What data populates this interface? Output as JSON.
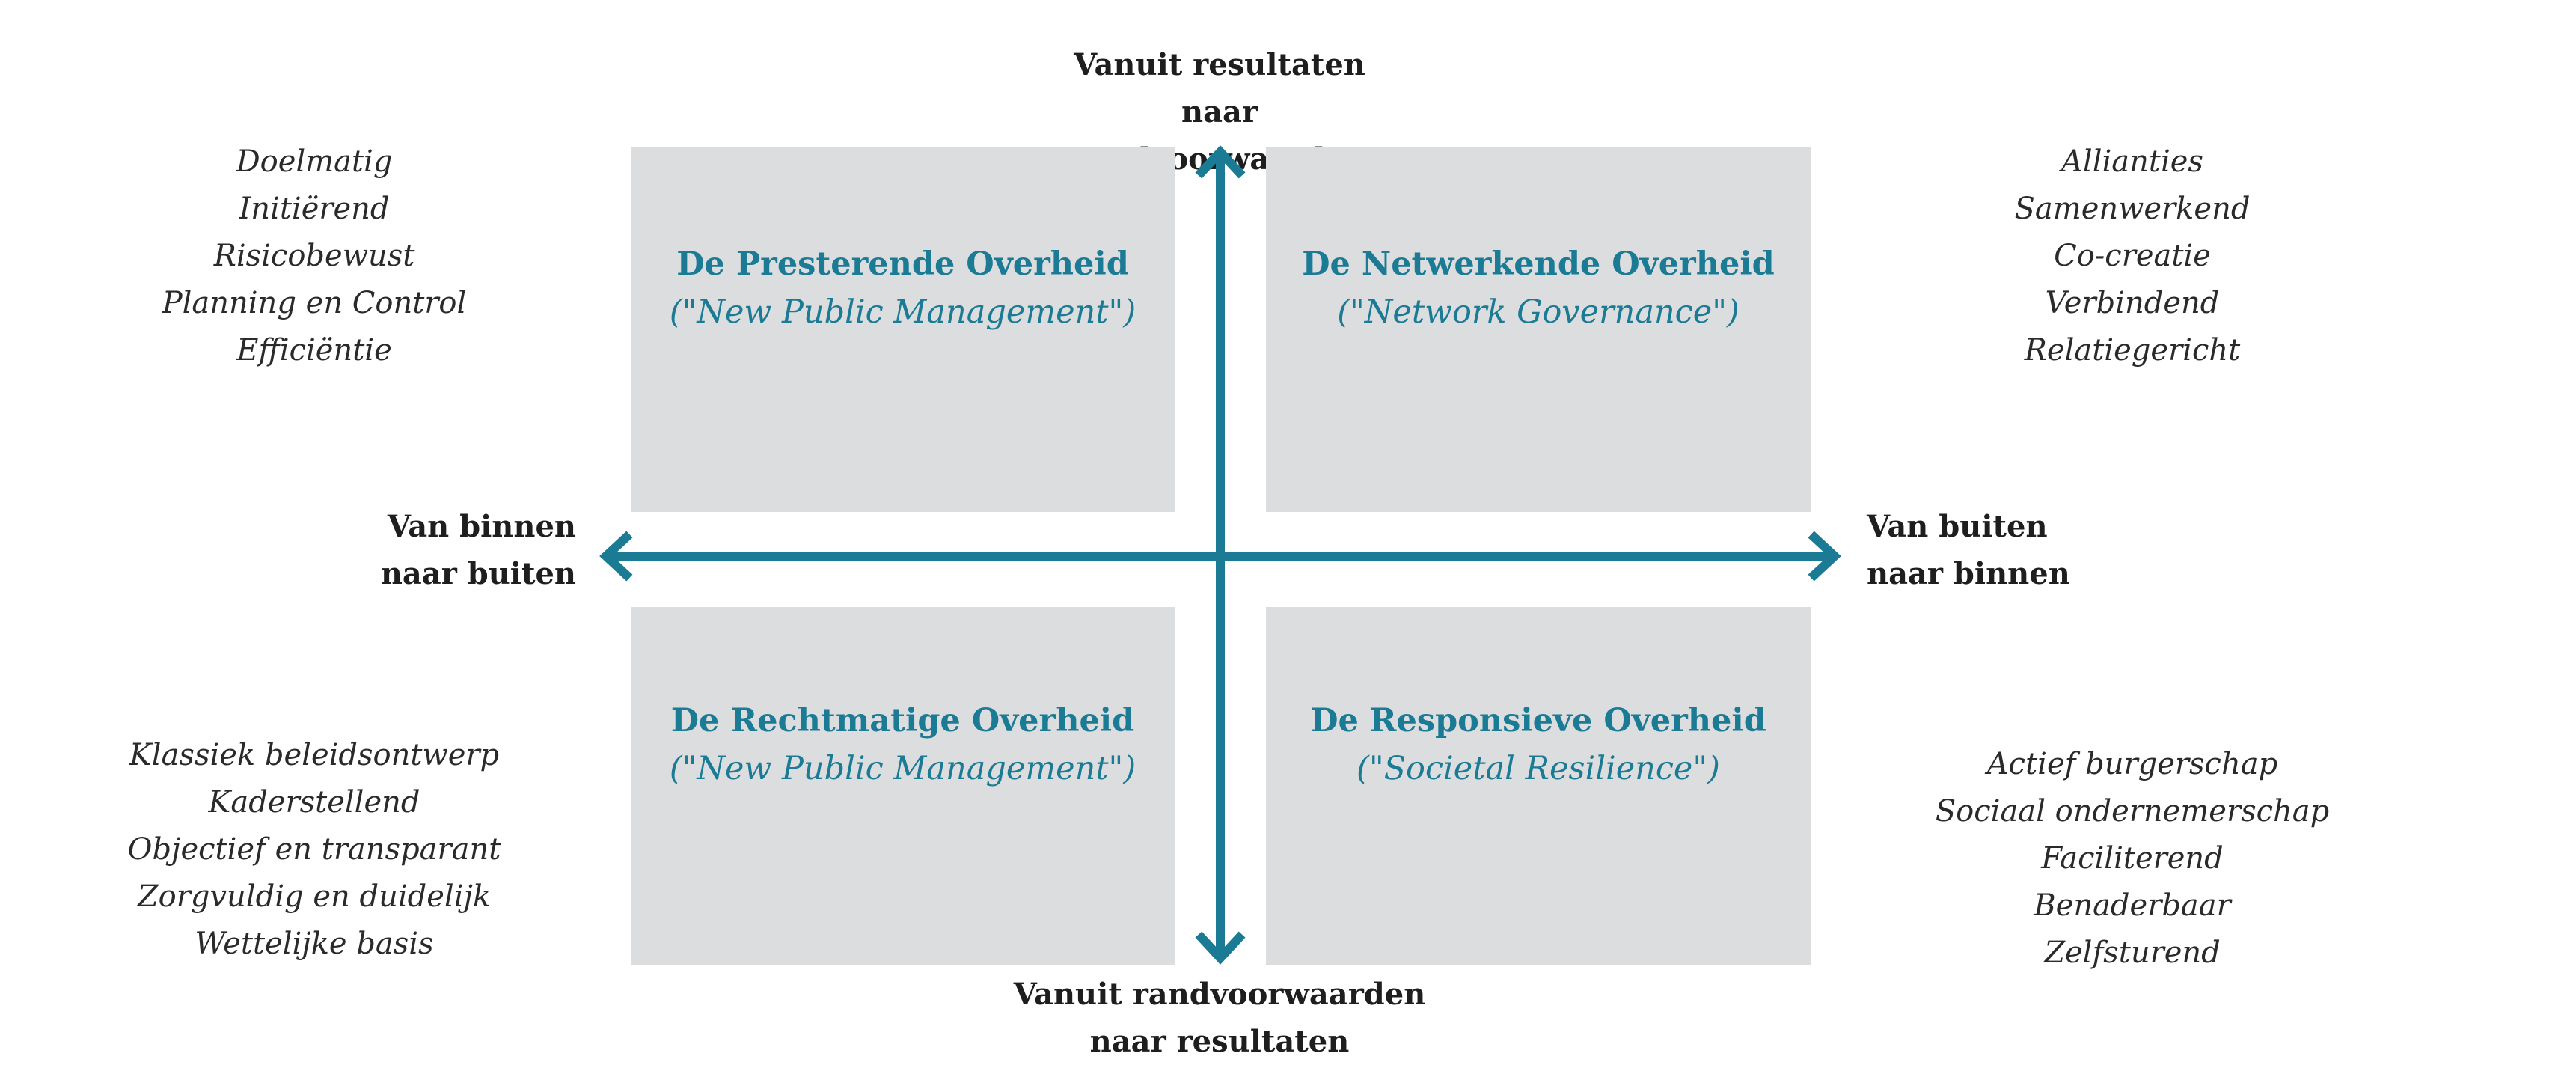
{
  "axes": {
    "top": [
      "Vanuit resultaten",
      "naar randvoorwaarden"
    ],
    "bottom": [
      "Vanuit randvoorwaarden",
      "naar resultaten"
    ],
    "left": [
      "Van binnen",
      "naar buiten"
    ],
    "right": [
      "Van buiten",
      "naar binnen"
    ]
  },
  "quadrants": {
    "top_left": {
      "title": "De Presterende Overheid",
      "subtitle": "(\"New Public Management\")"
    },
    "top_right": {
      "title": "De Netwerkende Overheid",
      "subtitle": "(\"Network Governance\")"
    },
    "bottom_left": {
      "title": "De Rechtmatige Overheid",
      "subtitle": "(\"New Public Management\")"
    },
    "bottom_right": {
      "title": "De Responsieve Overheid",
      "subtitle": "(\"Societal Resilience\")"
    }
  },
  "lists": {
    "top_left": [
      "Doelmatig",
      "Initiërend",
      "Risicobewust",
      "Planning en Control",
      "Efficiëntie"
    ],
    "top_right": [
      "Allianties",
      "Samenwerkend",
      "Co-creatie",
      "Verbindend",
      "Relatiegericht"
    ],
    "bottom_left": [
      "Klassiek beleidsontwerp",
      "Kaderstellend",
      "Objectief en transparant",
      "Zorgvuldig en duidelijk",
      "Wettelijke basis"
    ],
    "bottom_right": [
      "Actief burgerschap",
      "Sociaal ondernemerschap",
      "Faciliterend",
      "Benaderbaar",
      "Zelfsturend"
    ]
  },
  "colors": {
    "accent": "#1b7b94",
    "quadrant_fill": "#dcdddf",
    "text": "#222222"
  }
}
